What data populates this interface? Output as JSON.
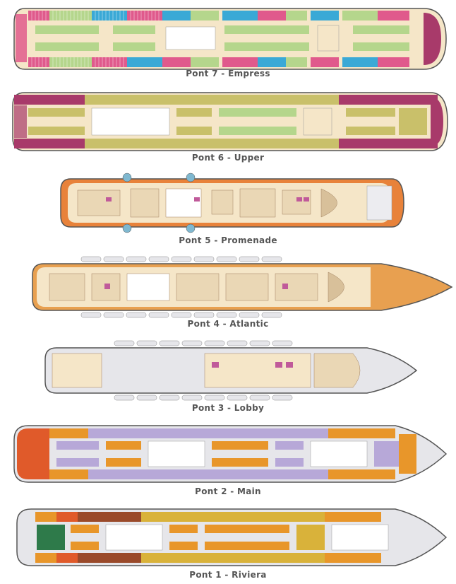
{
  "decks": [
    {
      "id": "empress",
      "caption": "Pont 7 - Empress"
    },
    {
      "id": "upper",
      "caption": "Pont 6 - Upper"
    },
    {
      "id": "promenade",
      "caption": "Pont 5 - Promenade"
    },
    {
      "id": "atlantic",
      "caption": "Pont 4 - Atlantic"
    },
    {
      "id": "lobby",
      "caption": "Pont 3 - Lobby"
    },
    {
      "id": "main",
      "caption": "Pont 2 - Main"
    },
    {
      "id": "riviera",
      "caption": "Pont 1 - Riviera"
    }
  ],
  "colors": {
    "hull_outline": "#555555",
    "public_area": "#f5e6c8",
    "corridor": "#ffffff",
    "cabin_green": "#b5d68c",
    "cabin_blue": "#3aa9d6",
    "cabin_pink": "#e05a8c",
    "cabin_olive": "#c9c06a",
    "cabin_magenta": "#a83a6a",
    "cabin_orange": "#e8962a",
    "cabin_lavender": "#b7a8d8",
    "cabin_brown": "#9a4a2a",
    "cabin_dark_green": "#2e7a4a",
    "cabin_gold": "#d9b23a",
    "promenade_hull": "#e8823a",
    "atlantic_bow": "#e8a050",
    "lobby_hull": "#e6e6ea"
  }
}
